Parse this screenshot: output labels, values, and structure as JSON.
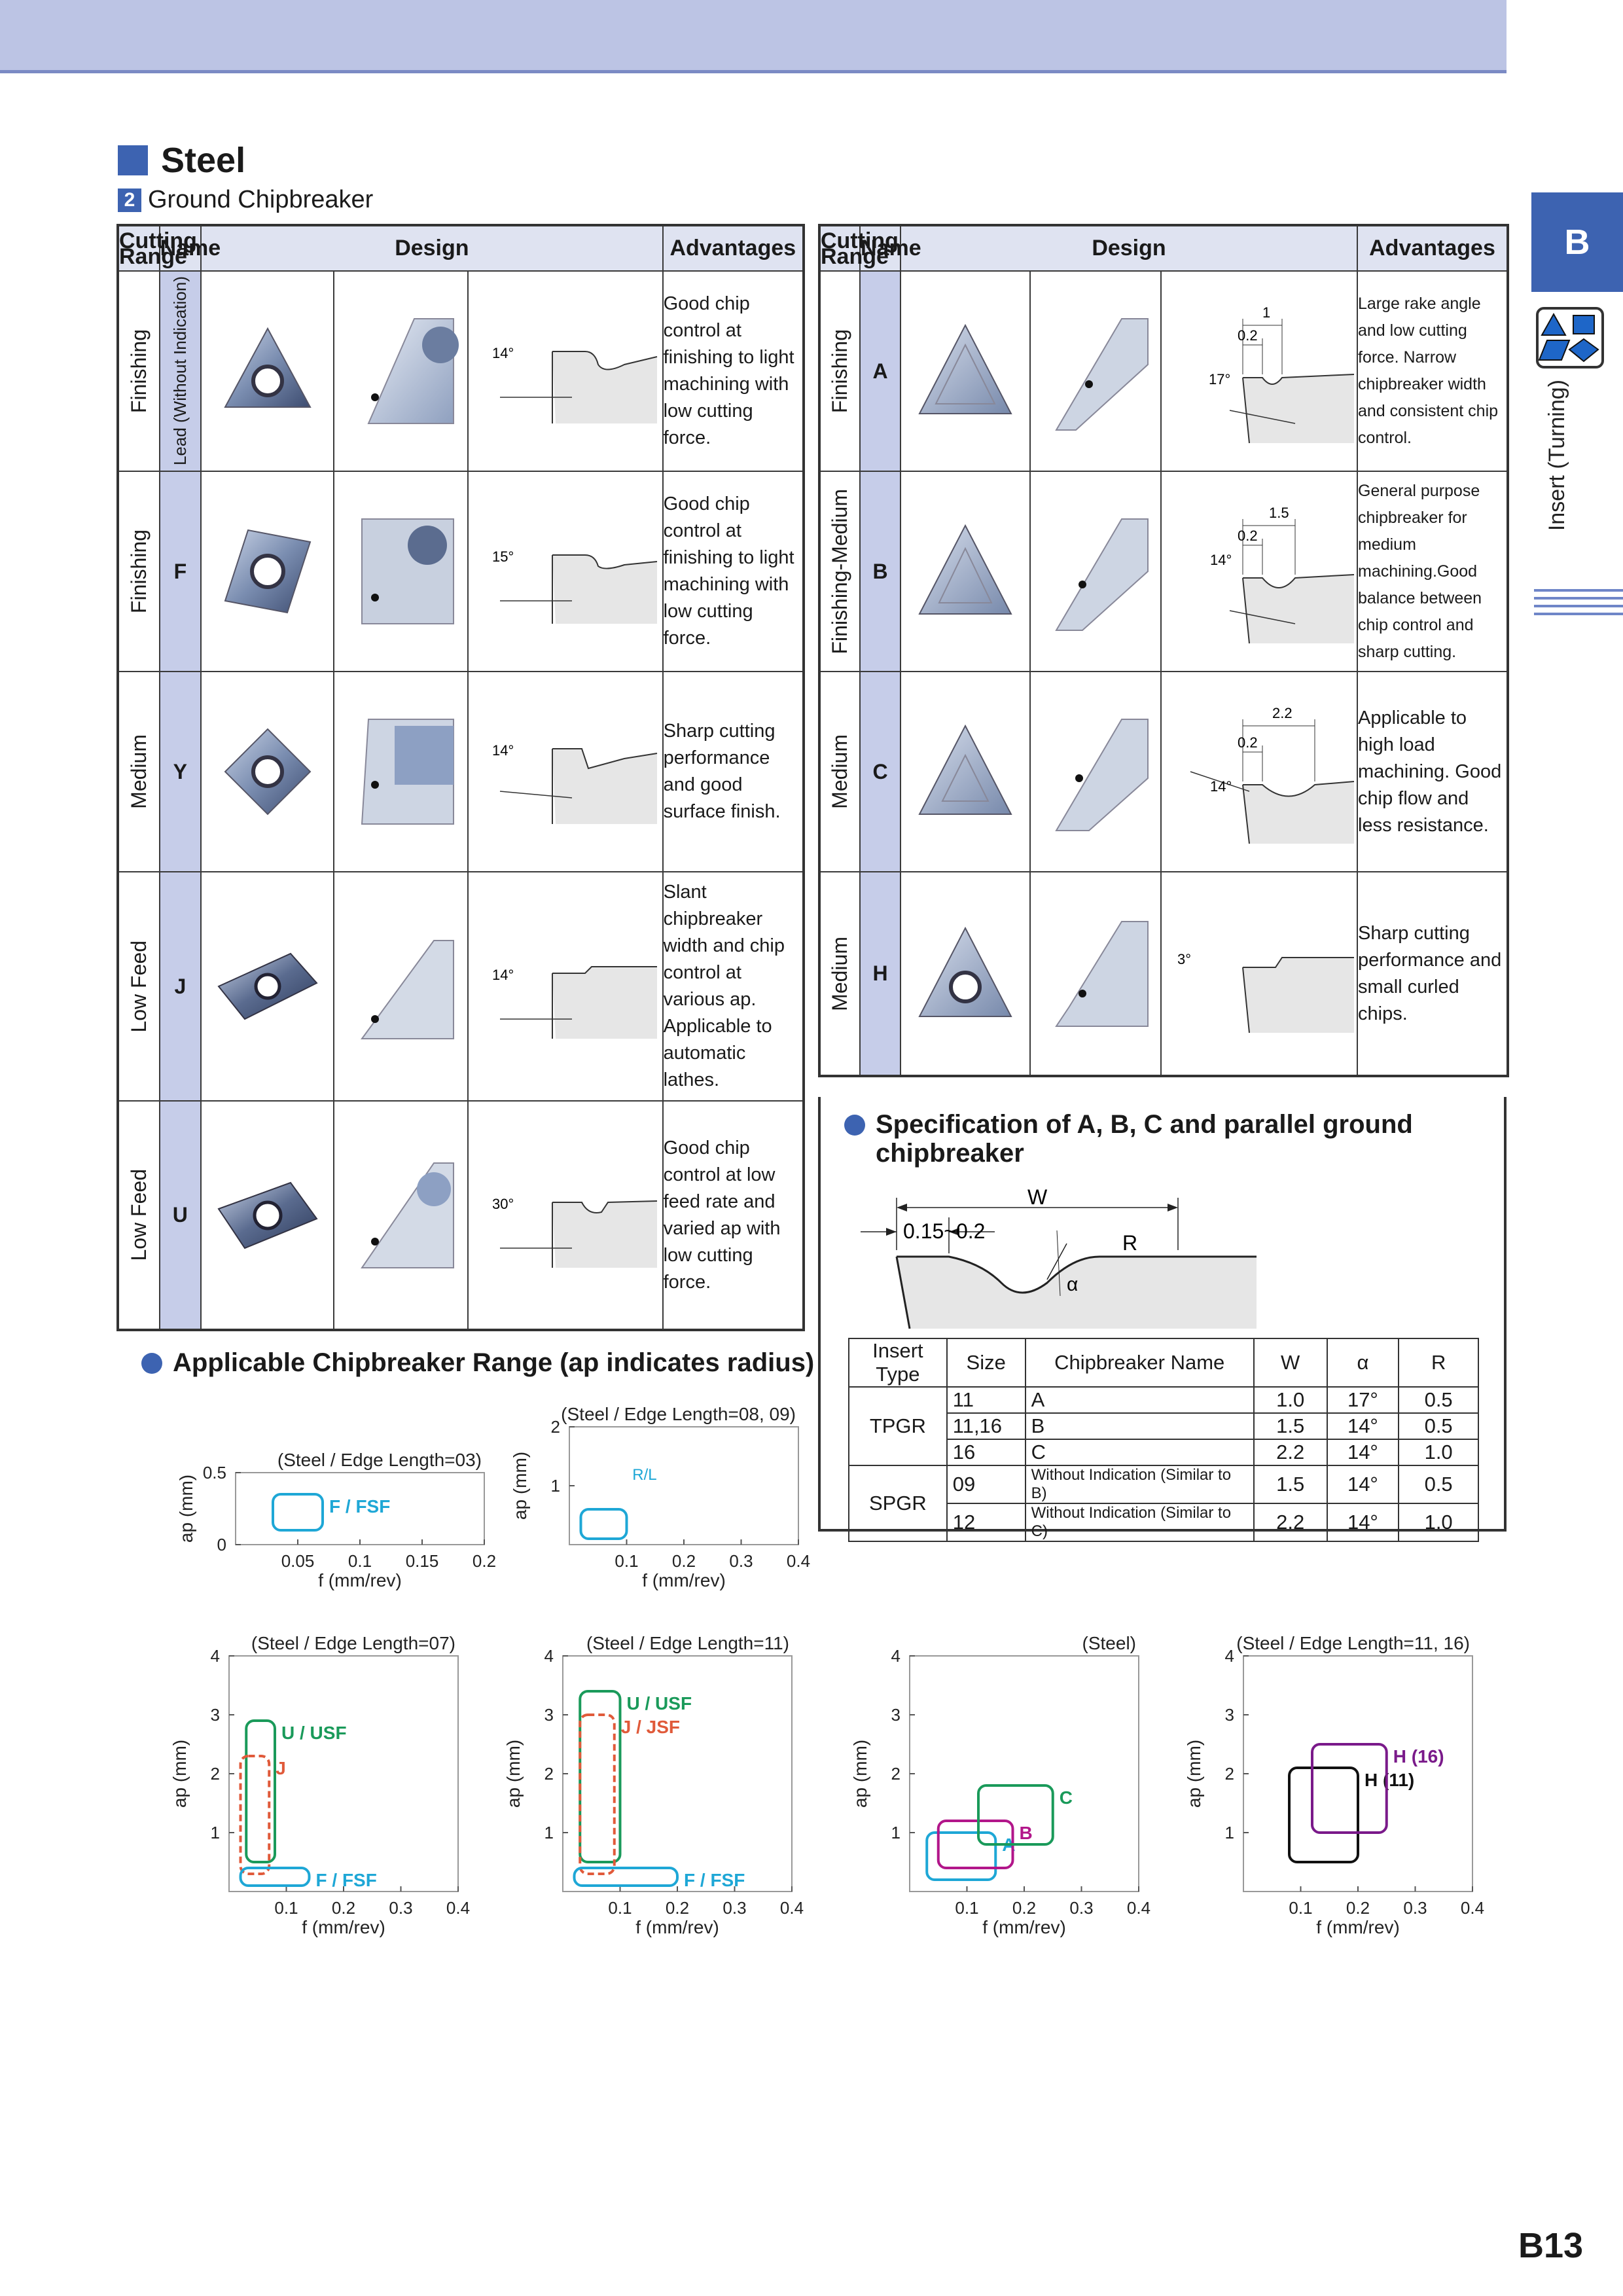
{
  "section_title": "Steel",
  "subsection": {
    "number": "2",
    "title": "Ground Chipbreaker"
  },
  "left_table": {
    "headers": {
      "range": "Cutting Range",
      "name": "Name",
      "design": "Design",
      "advantages": "Advantages"
    },
    "rows": [
      {
        "range": "Finishing",
        "name": "Lead (Without Indication)",
        "angle": "14°",
        "advantages": "Good chip control at finishing to light machining with low cutting force."
      },
      {
        "range": "Finishing",
        "name": "F",
        "angle": "15°",
        "advantages": "Good chip control at finishing to light machining with low cutting force."
      },
      {
        "range": "Medium",
        "name": "Y",
        "angle": "14°",
        "advantages": "Sharp cutting performance and good surface finish."
      },
      {
        "range": "Low Feed",
        "name": "J",
        "angle": "14°",
        "advantages": "Slant chipbreaker width and chip control at various ap. Applicable to automatic lathes."
      },
      {
        "range": "Low Feed",
        "name": "U",
        "angle": "30°",
        "advantages": "Good chip control at low feed rate and varied ap with low cutting force."
      }
    ]
  },
  "right_table": {
    "headers": {
      "range": "Cutting Range",
      "name": "Name",
      "design": "Design",
      "advantages": "Advantages"
    },
    "rows": [
      {
        "range": "Finishing",
        "name": "A",
        "angle": "17°",
        "land": "0.2",
        "width": "1",
        "advantages": "Large rake angle and low cutting force. Narrow chipbreaker width and consistent chip control."
      },
      {
        "range": "Finishing-Medium",
        "name": "B",
        "angle": "14°",
        "land": "0.2",
        "width": "1.5",
        "advantages": "General purpose chipbreaker for medium machining.Good balance between chip control and sharp cutting."
      },
      {
        "range": "Medium",
        "name": "C",
        "angle": "14°",
        "land": "0.2",
        "width": "2.2",
        "advantages": "Applicable to high load machining. Good chip flow and less resistance."
      },
      {
        "range": "Medium",
        "name": "H",
        "angle": "3°",
        "advantages": "Sharp cutting performance and small curled chips."
      }
    ]
  },
  "sidebar": {
    "letter": "B",
    "label": "Insert (Turning)"
  },
  "spec": {
    "title_line1": "Specification of A, B, C and parallel ground",
    "title_line2": "chipbreaker",
    "diagram": {
      "w": "W",
      "land": "0.15~0.2",
      "r": "R",
      "alpha": "α"
    },
    "table_headers": [
      "Insert Type",
      "Size",
      "Chipbreaker Name",
      "W",
      "α",
      "R"
    ],
    "rows": [
      {
        "type": "TPGR",
        "size": "11",
        "name": "A",
        "w": "1.0",
        "alpha": "17°",
        "r": "0.5"
      },
      {
        "type": "",
        "size": "11,16",
        "name": "B",
        "w": "1.5",
        "alpha": "14°",
        "r": "0.5"
      },
      {
        "type": "",
        "size": "16",
        "name": "C",
        "w": "2.2",
        "alpha": "14°",
        "r": "1.0"
      },
      {
        "type": "SPGR",
        "size": "09",
        "name": "Without Indication (Similar to B)",
        "w": "1.5",
        "alpha": "14°",
        "r": "0.5"
      },
      {
        "type": "",
        "size": "12",
        "name": "Without Indication (Similar to C)",
        "w": "2.2",
        "alpha": "14°",
        "r": "1.0"
      }
    ]
  },
  "range_title": "Applicable Chipbreaker Range (ap indicates radius)",
  "chart_data": [
    {
      "type": "area",
      "title": "(Steel / Edge Length=03)",
      "xlabel": "f  (mm/rev)",
      "ylabel": "ap (mm)",
      "xlim": [
        0,
        0.2
      ],
      "ylim": [
        0,
        0.5
      ],
      "xticks": [
        "0.05",
        "0.1",
        "0.15",
        "0.2"
      ],
      "yticks": [
        "0",
        "0.5"
      ],
      "regions": [
        {
          "name": "F / FSF",
          "color": "#1ea7d6",
          "f": [
            0.03,
            0.07
          ],
          "ap": [
            0.1,
            0.35
          ]
        }
      ]
    },
    {
      "type": "area",
      "title": "(Steel / Edge Length=08, 09)",
      "xlabel": "f  (mm/rev)",
      "ylabel": "ap (mm)",
      "xlim": [
        0,
        0.4
      ],
      "ylim": [
        0,
        2
      ],
      "xticks": [
        "0.1",
        "0.2",
        "0.3",
        "0.4"
      ],
      "yticks": [
        "1",
        "2"
      ],
      "annotation": "R/L",
      "regions": [
        {
          "name": "",
          "color": "#1ea7d6",
          "f": [
            0.02,
            0.1
          ],
          "ap": [
            0.1,
            0.6
          ]
        }
      ]
    },
    {
      "type": "area",
      "title": "(Steel / Edge Length=07)",
      "xlabel": "f  (mm/rev)",
      "ylabel": "ap (mm)",
      "xlim": [
        0,
        0.4
      ],
      "ylim": [
        0,
        4
      ],
      "xticks": [
        "0.1",
        "0.2",
        "0.3",
        "0.4"
      ],
      "yticks": [
        "1",
        "2",
        "3",
        "4"
      ],
      "regions": [
        {
          "name": "U / USF",
          "color": "#1a9a5a",
          "f": [
            0.03,
            0.08
          ],
          "ap": [
            0.5,
            2.9
          ]
        },
        {
          "name": "J",
          "color": "#e05a3a",
          "f": [
            0.02,
            0.07
          ],
          "ap": [
            0.3,
            2.3
          ]
        },
        {
          "name": "F / FSF",
          "color": "#1ea7d6",
          "f": [
            0.02,
            0.14
          ],
          "ap": [
            0.1,
            0.4
          ]
        }
      ]
    },
    {
      "type": "area",
      "title": "(Steel / Edge Length=11)",
      "xlabel": "f  (mm/rev)",
      "ylabel": "ap (mm)",
      "xlim": [
        0,
        0.4
      ],
      "ylim": [
        0,
        4
      ],
      "xticks": [
        "0.1",
        "0.2",
        "0.3",
        "0.4"
      ],
      "yticks": [
        "1",
        "2",
        "3",
        "4"
      ],
      "regions": [
        {
          "name": "U / USF",
          "color": "#1a9a5a",
          "f": [
            0.03,
            0.1
          ],
          "ap": [
            0.5,
            3.4
          ]
        },
        {
          "name": "J / JSF",
          "color": "#e05a3a",
          "f": [
            0.03,
            0.09
          ],
          "ap": [
            0.3,
            3.0
          ]
        },
        {
          "name": "F / FSF",
          "color": "#1ea7d6",
          "f": [
            0.02,
            0.2
          ],
          "ap": [
            0.1,
            0.4
          ]
        }
      ]
    },
    {
      "type": "area",
      "title": "(Steel)",
      "xlabel": "f  (mm/rev)",
      "ylabel": "ap (mm)",
      "xlim": [
        0,
        0.4
      ],
      "ylim": [
        0,
        4
      ],
      "xticks": [
        "0.1",
        "0.2",
        "0.3",
        "0.4"
      ],
      "yticks": [
        "1",
        "2",
        "3",
        "4"
      ],
      "regions": [
        {
          "name": "A",
          "color": "#1ea7d6",
          "f": [
            0.03,
            0.15
          ],
          "ap": [
            0.2,
            1.0
          ]
        },
        {
          "name": "B",
          "color": "#b2168a",
          "f": [
            0.05,
            0.18
          ],
          "ap": [
            0.4,
            1.2
          ]
        },
        {
          "name": "C",
          "color": "#1a9a5a",
          "f": [
            0.12,
            0.25
          ],
          "ap": [
            0.8,
            1.8
          ]
        }
      ]
    },
    {
      "type": "area",
      "title": "(Steel / Edge Length=11, 16)",
      "xlabel": "f  (mm/rev)",
      "ylabel": "ap (mm)",
      "xlim": [
        0,
        0.4
      ],
      "ylim": [
        0,
        4
      ],
      "xticks": [
        "0.1",
        "0.2",
        "0.3",
        "0.4"
      ],
      "yticks": [
        "1",
        "2",
        "3",
        "4"
      ],
      "regions": [
        {
          "name": "H (11)",
          "color": "#111111",
          "f": [
            0.08,
            0.2
          ],
          "ap": [
            0.5,
            2.1
          ]
        },
        {
          "name": "H (16)",
          "color": "#7a1a8a",
          "f": [
            0.12,
            0.25
          ],
          "ap": [
            1.0,
            2.5
          ]
        }
      ]
    }
  ],
  "page_number": "B13"
}
